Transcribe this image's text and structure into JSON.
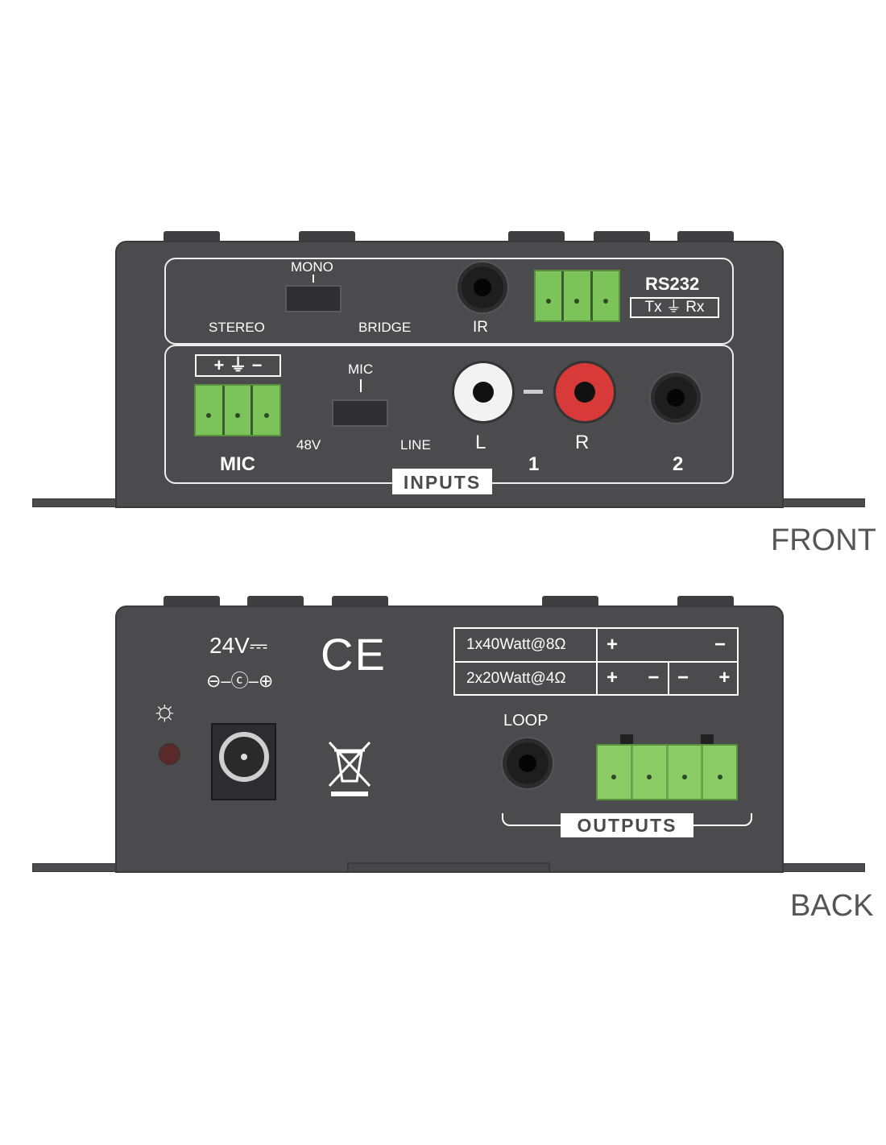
{
  "front": {
    "caption": "FRONT",
    "mode_switch": {
      "top": "MONO",
      "left": "STEREO",
      "right": "BRIDGE"
    },
    "ir_label": "IR",
    "rs232": {
      "title": "RS232",
      "pins": "Tx ⏚ Rx"
    },
    "mic_pins": "+ ⏚ −",
    "mic_label": "MIC",
    "mic_switch": {
      "top": "MIC",
      "left": "48V",
      "right": "LINE"
    },
    "rca_left": "L",
    "rca_right": "R",
    "input1": "1",
    "input2": "2",
    "inputs_label": "INPUTS"
  },
  "back": {
    "caption": "BACK",
    "voltage": "24V⎓",
    "polarity": "⊖–ⓒ–⊕",
    "ce": "CE",
    "output_table": [
      {
        "mode": "1x40Watt@8Ω",
        "cells": [
          "+",
          "−"
        ]
      },
      {
        "mode": "2x20Watt@4Ω",
        "cells": [
          "+  −",
          "−  +"
        ]
      }
    ],
    "loop_label": "LOOP",
    "outputs_label": "OUTPUTS"
  },
  "colors": {
    "chassis": "#4b4b4d",
    "terminal_green": "#7cc35a",
    "rca_red": "#d83a3a"
  }
}
